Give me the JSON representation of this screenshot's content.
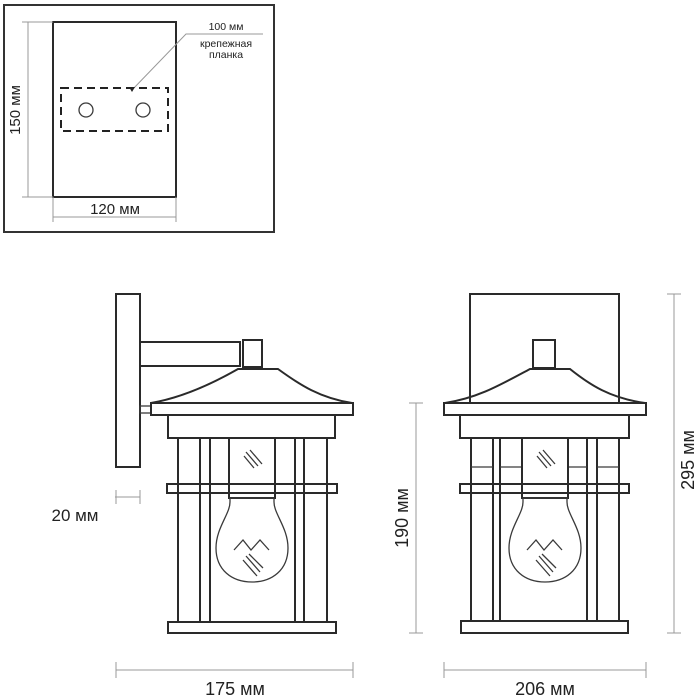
{
  "mounting_plate": {
    "height_label": "150 мм",
    "width_label": "120 мм",
    "bracket_size_label": "100 мм",
    "bracket_name_line1": "крепежная",
    "bracket_name_line2": "планка"
  },
  "side_view": {
    "depth_offset_label": "20 мм",
    "width_label": "175 мм"
  },
  "front_view": {
    "body_height_label": "190 мм",
    "total_height_label": "295 мм",
    "width_label": "206 мм"
  }
}
